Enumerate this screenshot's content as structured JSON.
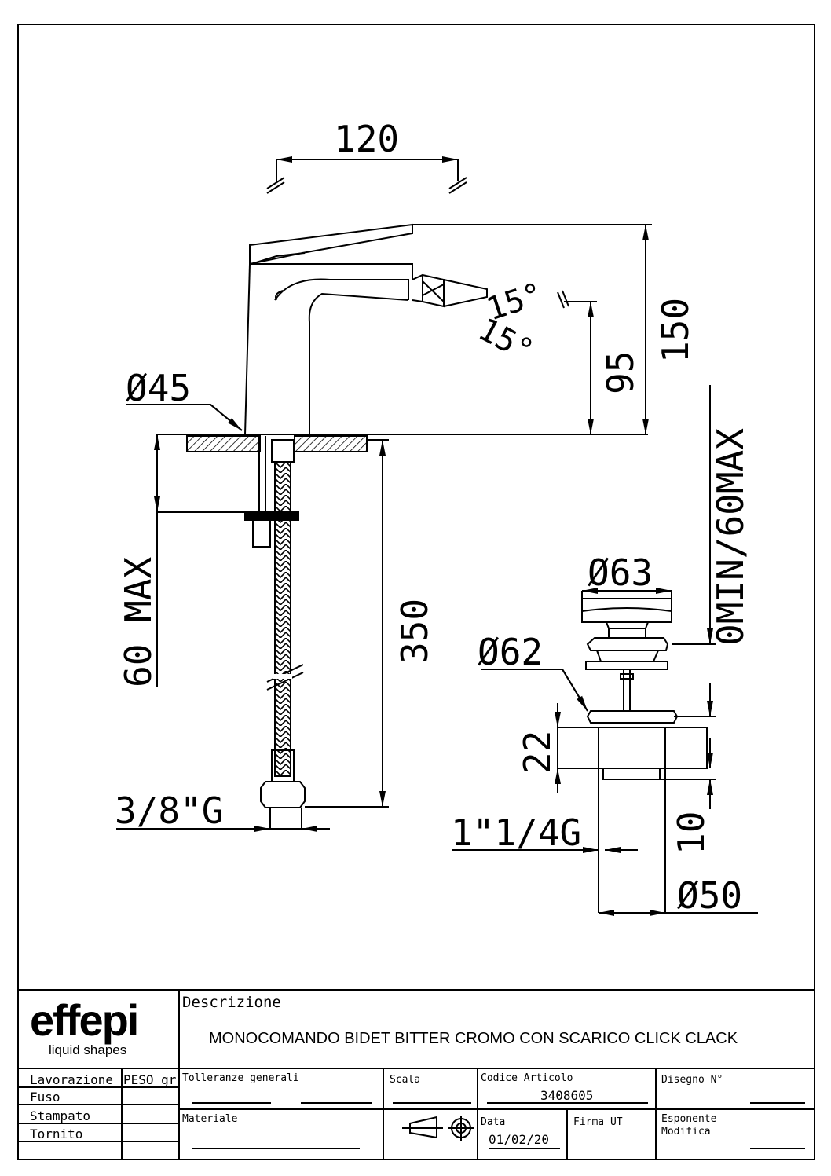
{
  "dimensions": {
    "width_120": "120",
    "height_150": "150",
    "height_95": "95",
    "angle_up": "15°",
    "angle_down": "15°",
    "dia_45": "Ø45",
    "max_60": "60 MAX",
    "hose_350": "350",
    "thread_38": "3/8\"G",
    "range_0_60": "0MIN/60MAX",
    "dia_63": "Ø63",
    "dia_62": "Ø62",
    "h_22": "22",
    "thread_114": "1\"1/4G",
    "h_10": "10",
    "dia_50": "Ø50"
  },
  "title_block": {
    "brand": "effepi",
    "tagline": "liquid shapes",
    "description_label": "Descrizione",
    "description": "MONOCOMANDO BIDET BITTER CROMO CON SCARICO CLICK CLACK",
    "lavorazione_label": "Lavorazione",
    "peso_label": "PESO gr",
    "fuso_label": "Fuso",
    "stampato_label": "Stampato",
    "tornito_label": "Tornito",
    "tolleranze_label": "Tolleranze generali",
    "scala_label": "Scala",
    "codice_label": "Codice Articolo",
    "codice_value": "3408605",
    "disegno_label": "Disegno N°",
    "materiale_label": "Materiale",
    "data_label": "Data",
    "data_value": "01/02/20",
    "firma_label": "Firma UT",
    "esponente_label": "Esponente",
    "modifica_label": "Modifica"
  }
}
